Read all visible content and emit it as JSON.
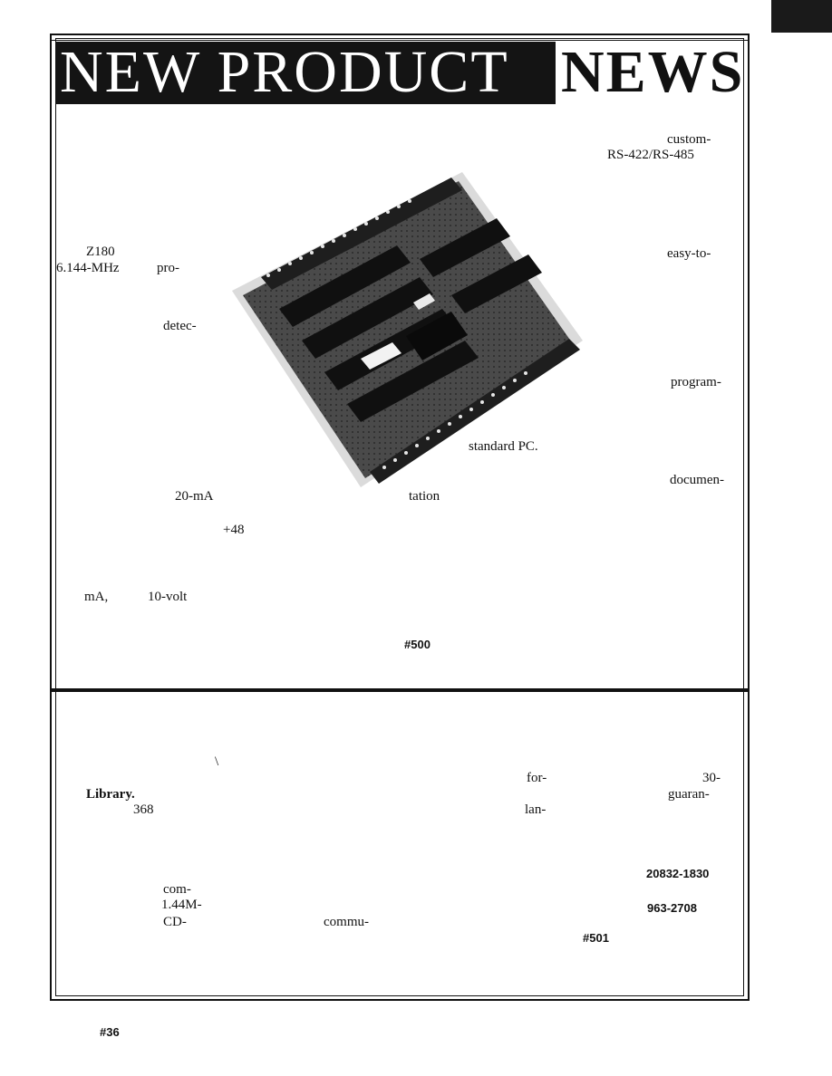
{
  "header": {
    "banner_dark": "NEW PRODUCT",
    "banner_light": "NEWS"
  },
  "article1": {
    "fragments": {
      "custom": "custom-",
      "rs": "RS-422/RS-485",
      "z180": "Z180",
      "mhz": "6.144-MHz",
      "pro": "pro-",
      "easy": "easy-to-",
      "detec": "detec-",
      "program": "program-",
      "pc": "standard PC.",
      "documen": "documen-",
      "ma20": "20-mA",
      "tation": "tation",
      "plus48": "+48",
      "ma": "mA,",
      "volt": "10-volt",
      "reader": "#500"
    }
  },
  "article2": {
    "fragments": {
      "backslash": "\\",
      "for": "for-",
      "n30": "30-",
      "library": "Library.",
      "guaran": "guaran-",
      "n368": "368",
      "lan": "lan-",
      "zip": "20832-1830",
      "com": "com-",
      "m144": "1.44M-",
      "phone": "963-2708",
      "cd": "CD-",
      "commu": "commu-",
      "reader": "#501"
    }
  },
  "footer": {
    "page_number": "#36"
  }
}
